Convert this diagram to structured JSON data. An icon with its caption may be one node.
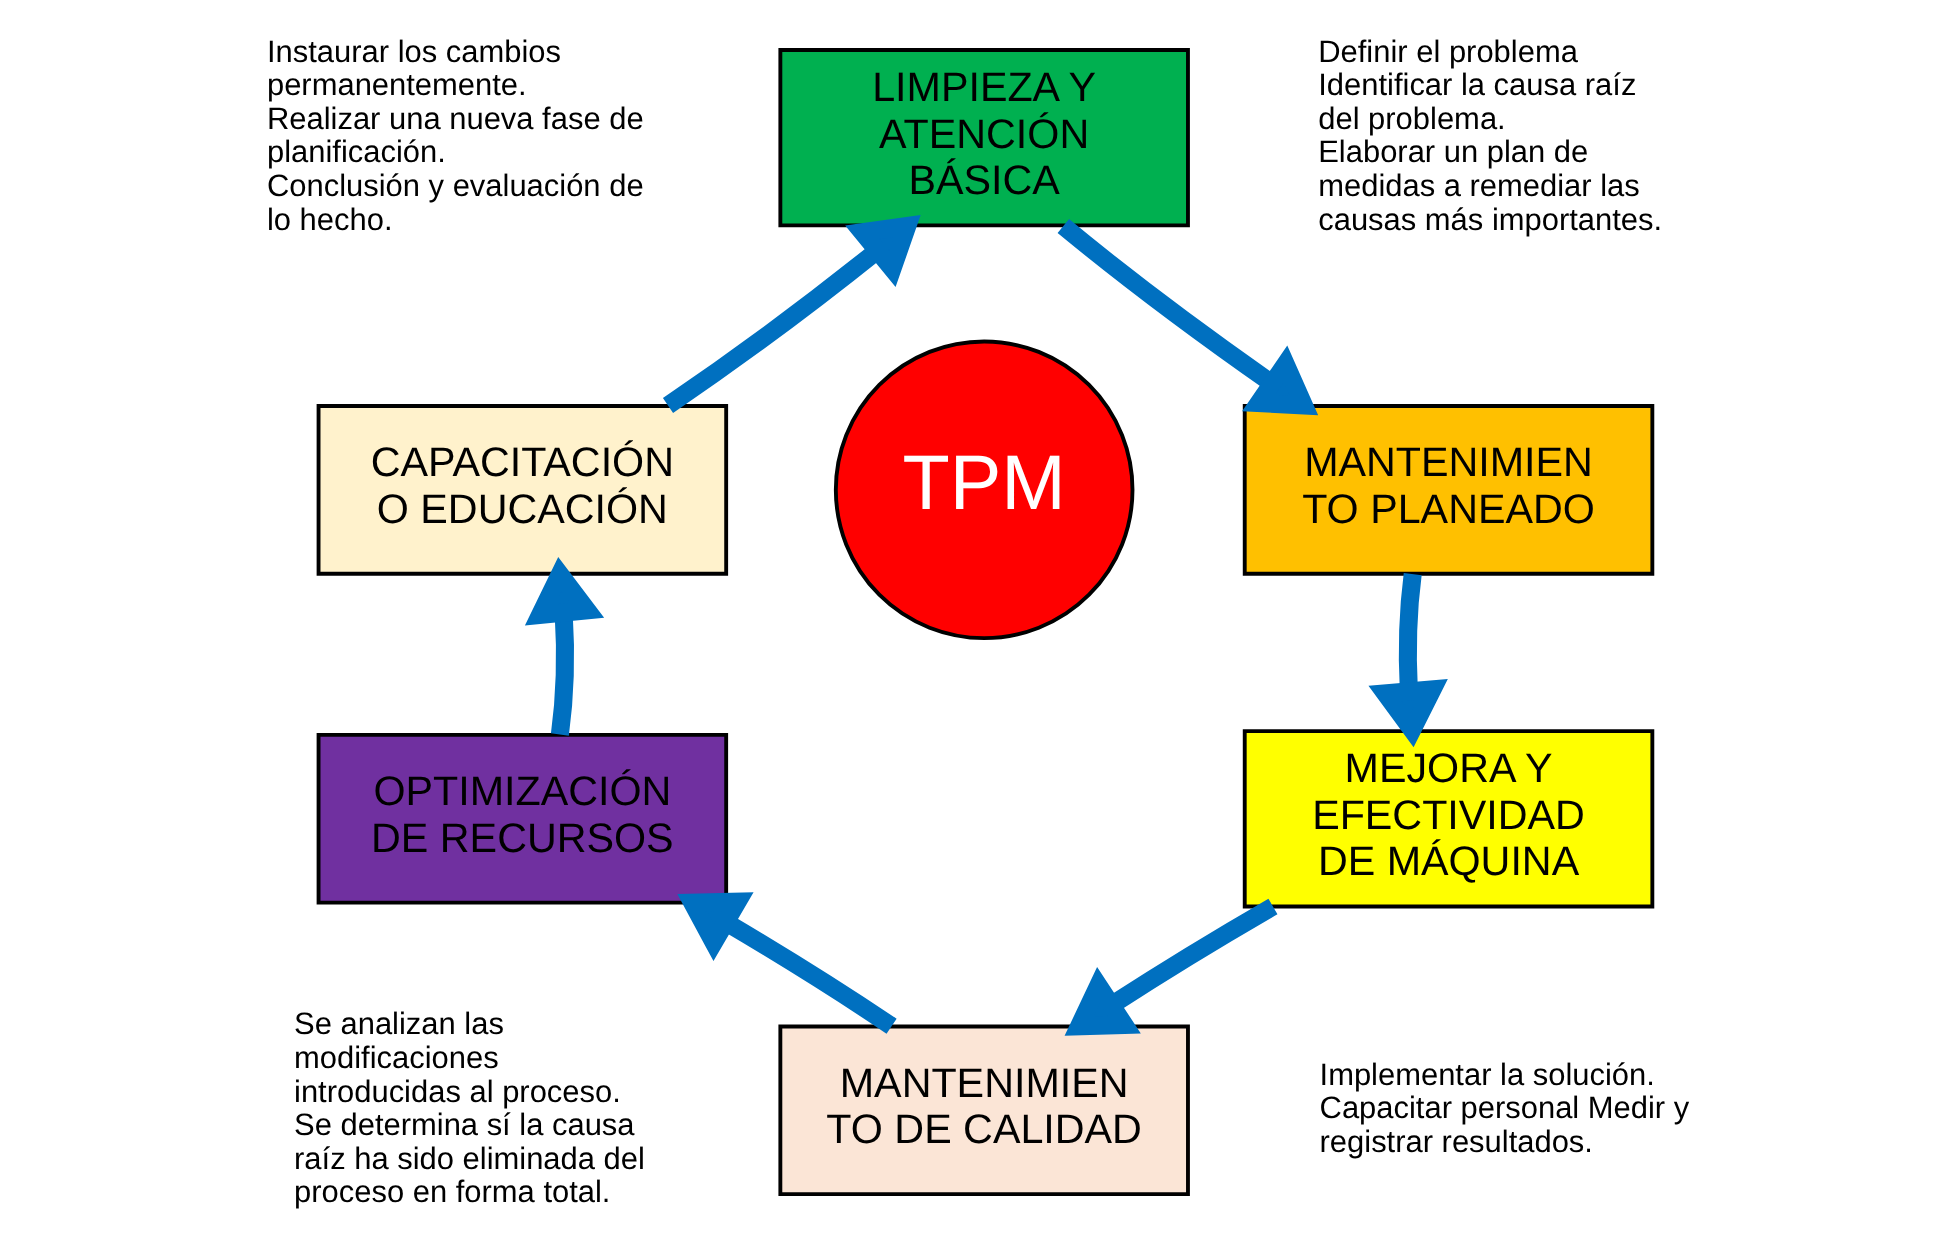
{
  "diagram": {
    "nodes": [
      {
        "text": [
          "LIMPIEZA Y ATENCIÓN BÁSICA"
        ]
      },
      {
        "text": [
          "MANTENIMIEN TO PLANEADO"
        ]
      },
      {
        "text": [
          "MEJORA Y EFECTIVIDAD DE MÁQUINA"
        ]
      },
      {
        "text": [
          "MANTENIMIEN TO DE CALIDAD"
        ]
      },
      {
        "text": [
          "OPTIMIZACIÓN DE RECURSOS"
        ]
      },
      {
        "text": [
          "CAPACITACIÓN O EDUCACIÓN"
        ]
      },
      {
        "text": [
          "TPM"
        ]
      }
    ],
    "edges": [
      {
        "from": 0,
        "to": 1,
        "arrow": "to"
      },
      {
        "from": 1,
        "to": 2,
        "arrow": "to"
      },
      {
        "from": 2,
        "to": 3,
        "arrow": "to"
      },
      {
        "from": 3,
        "to": 4,
        "arrow": "to"
      },
      {
        "from": 4,
        "to": 5,
        "arrow": "to"
      },
      {
        "from": 5,
        "to": 0,
        "arrow": "to"
      }
    ],
    "labels": [
      "Instaurar los cambios permanentemente.",
      "Realizar una nueva fase de planificación.",
      "Conclusión y evaluación de lo hecho.",
      "Definir el problema",
      "Identificar la causa raíz del problema.",
      "Elaborar un plan de medidas a remediar las causas más importantes.",
      "Implementar la solución.",
      "Capacitar personal Medir y registrar resultados.",
      "Se analizan las modificaciones introducidas al proceso.",
      "Se determina sí la causa raíz ha sido eliminada del proceso en forma total."
    ]
  }
}
